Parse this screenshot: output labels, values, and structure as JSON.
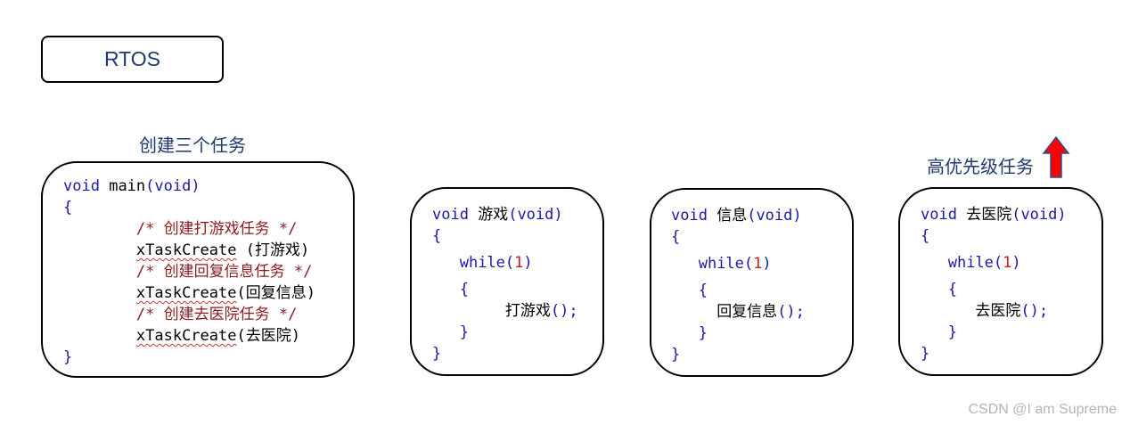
{
  "title": "RTOS",
  "main_heading": "创建三个任务",
  "priority_heading": "高优先级任务",
  "colors": {
    "heading": "#1f3a6e",
    "keyword": "#1a1aa6",
    "number": "#c81e1e",
    "comment": "#8b1a1a",
    "arrow_fill": "#ff0000",
    "arrow_stroke": "#2f4f8f"
  },
  "icons": {
    "priority_arrow": "up-arrow-icon"
  },
  "main_func": {
    "kw_void": "void",
    "name": "main",
    "params": "(void)",
    "open": "{",
    "comment1": "/* 创建打游戏任务 */",
    "create1_fn": "xTaskCreate",
    "create1_args": " (打游戏)",
    "comment2": "/* 创建回复信息任务 */",
    "create2_fn": "xTaskCreate",
    "create2_args": "(回复信息)",
    "comment3": "/* 创建去医院任务 */",
    "create3_fn": "xTaskCreate",
    "create3_args": "(去医院)",
    "close": "}"
  },
  "tasks": [
    {
      "kw_void": "void",
      "name": "游戏",
      "params": "(void)",
      "open": "{",
      "kw_while": "while",
      "lp": "(",
      "num": "1",
      "rp": ")",
      "inner_open": "{",
      "call": "打游戏",
      "call_suffix": "();",
      "inner_close": "}",
      "close": "}"
    },
    {
      "kw_void": "void",
      "name": "信息",
      "params": "(void)",
      "open": "{",
      "kw_while": "while",
      "lp": "(",
      "num": "1",
      "rp": ")",
      "inner_open": "{",
      "call": "回复信息",
      "call_suffix": "();",
      "inner_close": "}",
      "close": "}"
    },
    {
      "kw_void": "void",
      "name": "去医院",
      "params": "(void)",
      "open": "{",
      "kw_while": "while",
      "lp": "(",
      "num": "1",
      "rp": ")",
      "inner_open": "{",
      "call": "去医院",
      "call_suffix": "();",
      "inner_close": "}",
      "close": "}"
    }
  ],
  "watermark": "CSDN @I am Supreme"
}
